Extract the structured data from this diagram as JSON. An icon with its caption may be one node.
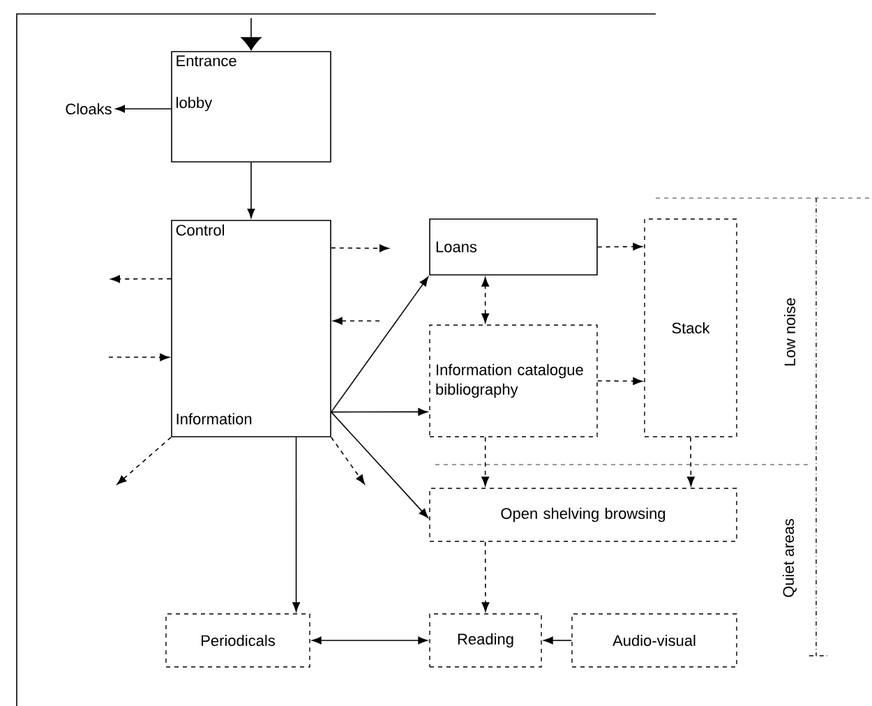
{
  "diagram": {
    "nodes": [
      {
        "text": [
          "Entrance lobby"
        ]
      },
      {
        "text": [
          "Cloaks"
        ]
      },
      {
        "text": [
          "Control",
          "Information"
        ]
      },
      {
        "text": [
          "Loans"
        ]
      },
      {
        "text": [
          "Information catalogue bibliography"
        ]
      },
      {
        "text": [
          "Stack"
        ]
      },
      {
        "text": [
          "Open shelving browsing"
        ]
      },
      {
        "text": [
          "Periodicals"
        ]
      },
      {
        "text": [
          "Reading"
        ]
      },
      {
        "text": [
          "Audio-visual"
        ]
      }
    ],
    "edges": [
      {
        "from": null,
        "to": 0,
        "arrow": "to"
      },
      {
        "from": 0,
        "to": 1,
        "arrow": "to"
      },
      {
        "from": 0,
        "to": 2,
        "arrow": "to"
      },
      {
        "from": 2,
        "to": null,
        "arrow": "to",
        "style": "dashed"
      },
      {
        "from": null,
        "to": 2,
        "arrow": "to",
        "style": "dashed"
      },
      {
        "from": 2,
        "to": null,
        "arrow": "to",
        "style": "dashed"
      },
      {
        "from": null,
        "to": 2,
        "arrow": "to",
        "style": "dashed"
      },
      {
        "from": 2,
        "to": null,
        "arrow": "to",
        "style": "dashed"
      },
      {
        "from": 2,
        "to": null,
        "arrow": "to",
        "style": "dashed"
      },
      {
        "from": 2,
        "to": 3,
        "arrow": "to"
      },
      {
        "from": 2,
        "to": 4,
        "arrow": "to"
      },
      {
        "from": 2,
        "to": 6,
        "arrow": "to"
      },
      {
        "from": 2,
        "to": 7,
        "arrow": "to"
      },
      {
        "from": 3,
        "to": 5,
        "arrow": "to",
        "style": "dashed"
      },
      {
        "from": 4,
        "to": 3,
        "arrow": "both",
        "style": "dashed"
      },
      {
        "from": 4,
        "to": 5,
        "arrow": "to",
        "style": "dashed"
      },
      {
        "from": 4,
        "to": 6,
        "arrow": "to",
        "style": "dashed"
      },
      {
        "from": 5,
        "to": 6,
        "arrow": "to",
        "style": "dashed"
      },
      {
        "from": 6,
        "to": 8,
        "arrow": "to",
        "style": "dashed"
      },
      {
        "from": 8,
        "to": 7,
        "arrow": "both"
      },
      {
        "from": 9,
        "to": 8,
        "arrow": "to"
      }
    ],
    "labels": [
      "Low noise",
      "Quiet areas"
    ]
  }
}
